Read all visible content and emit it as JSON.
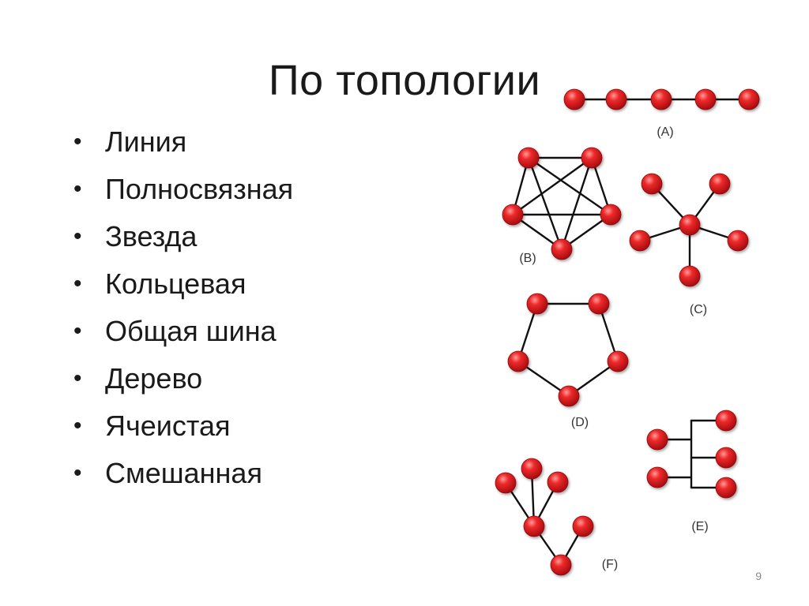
{
  "slide": {
    "title": "По топологии",
    "bullets": [
      "Линия",
      "Полносвязная",
      "Звезда",
      "Кольцевая",
      "Общая шина",
      "Дерево",
      "Ячеистая",
      "Смешанная"
    ],
    "bullet_glyph": "•",
    "page_number": "9"
  },
  "diagram": {
    "labels": {
      "a": "(A)",
      "b": "(B)",
      "c": "(C)",
      "d": "(D)",
      "e": "(E)",
      "f": "(F)"
    },
    "node_color": "#e0141c",
    "link_color": "#111111"
  }
}
